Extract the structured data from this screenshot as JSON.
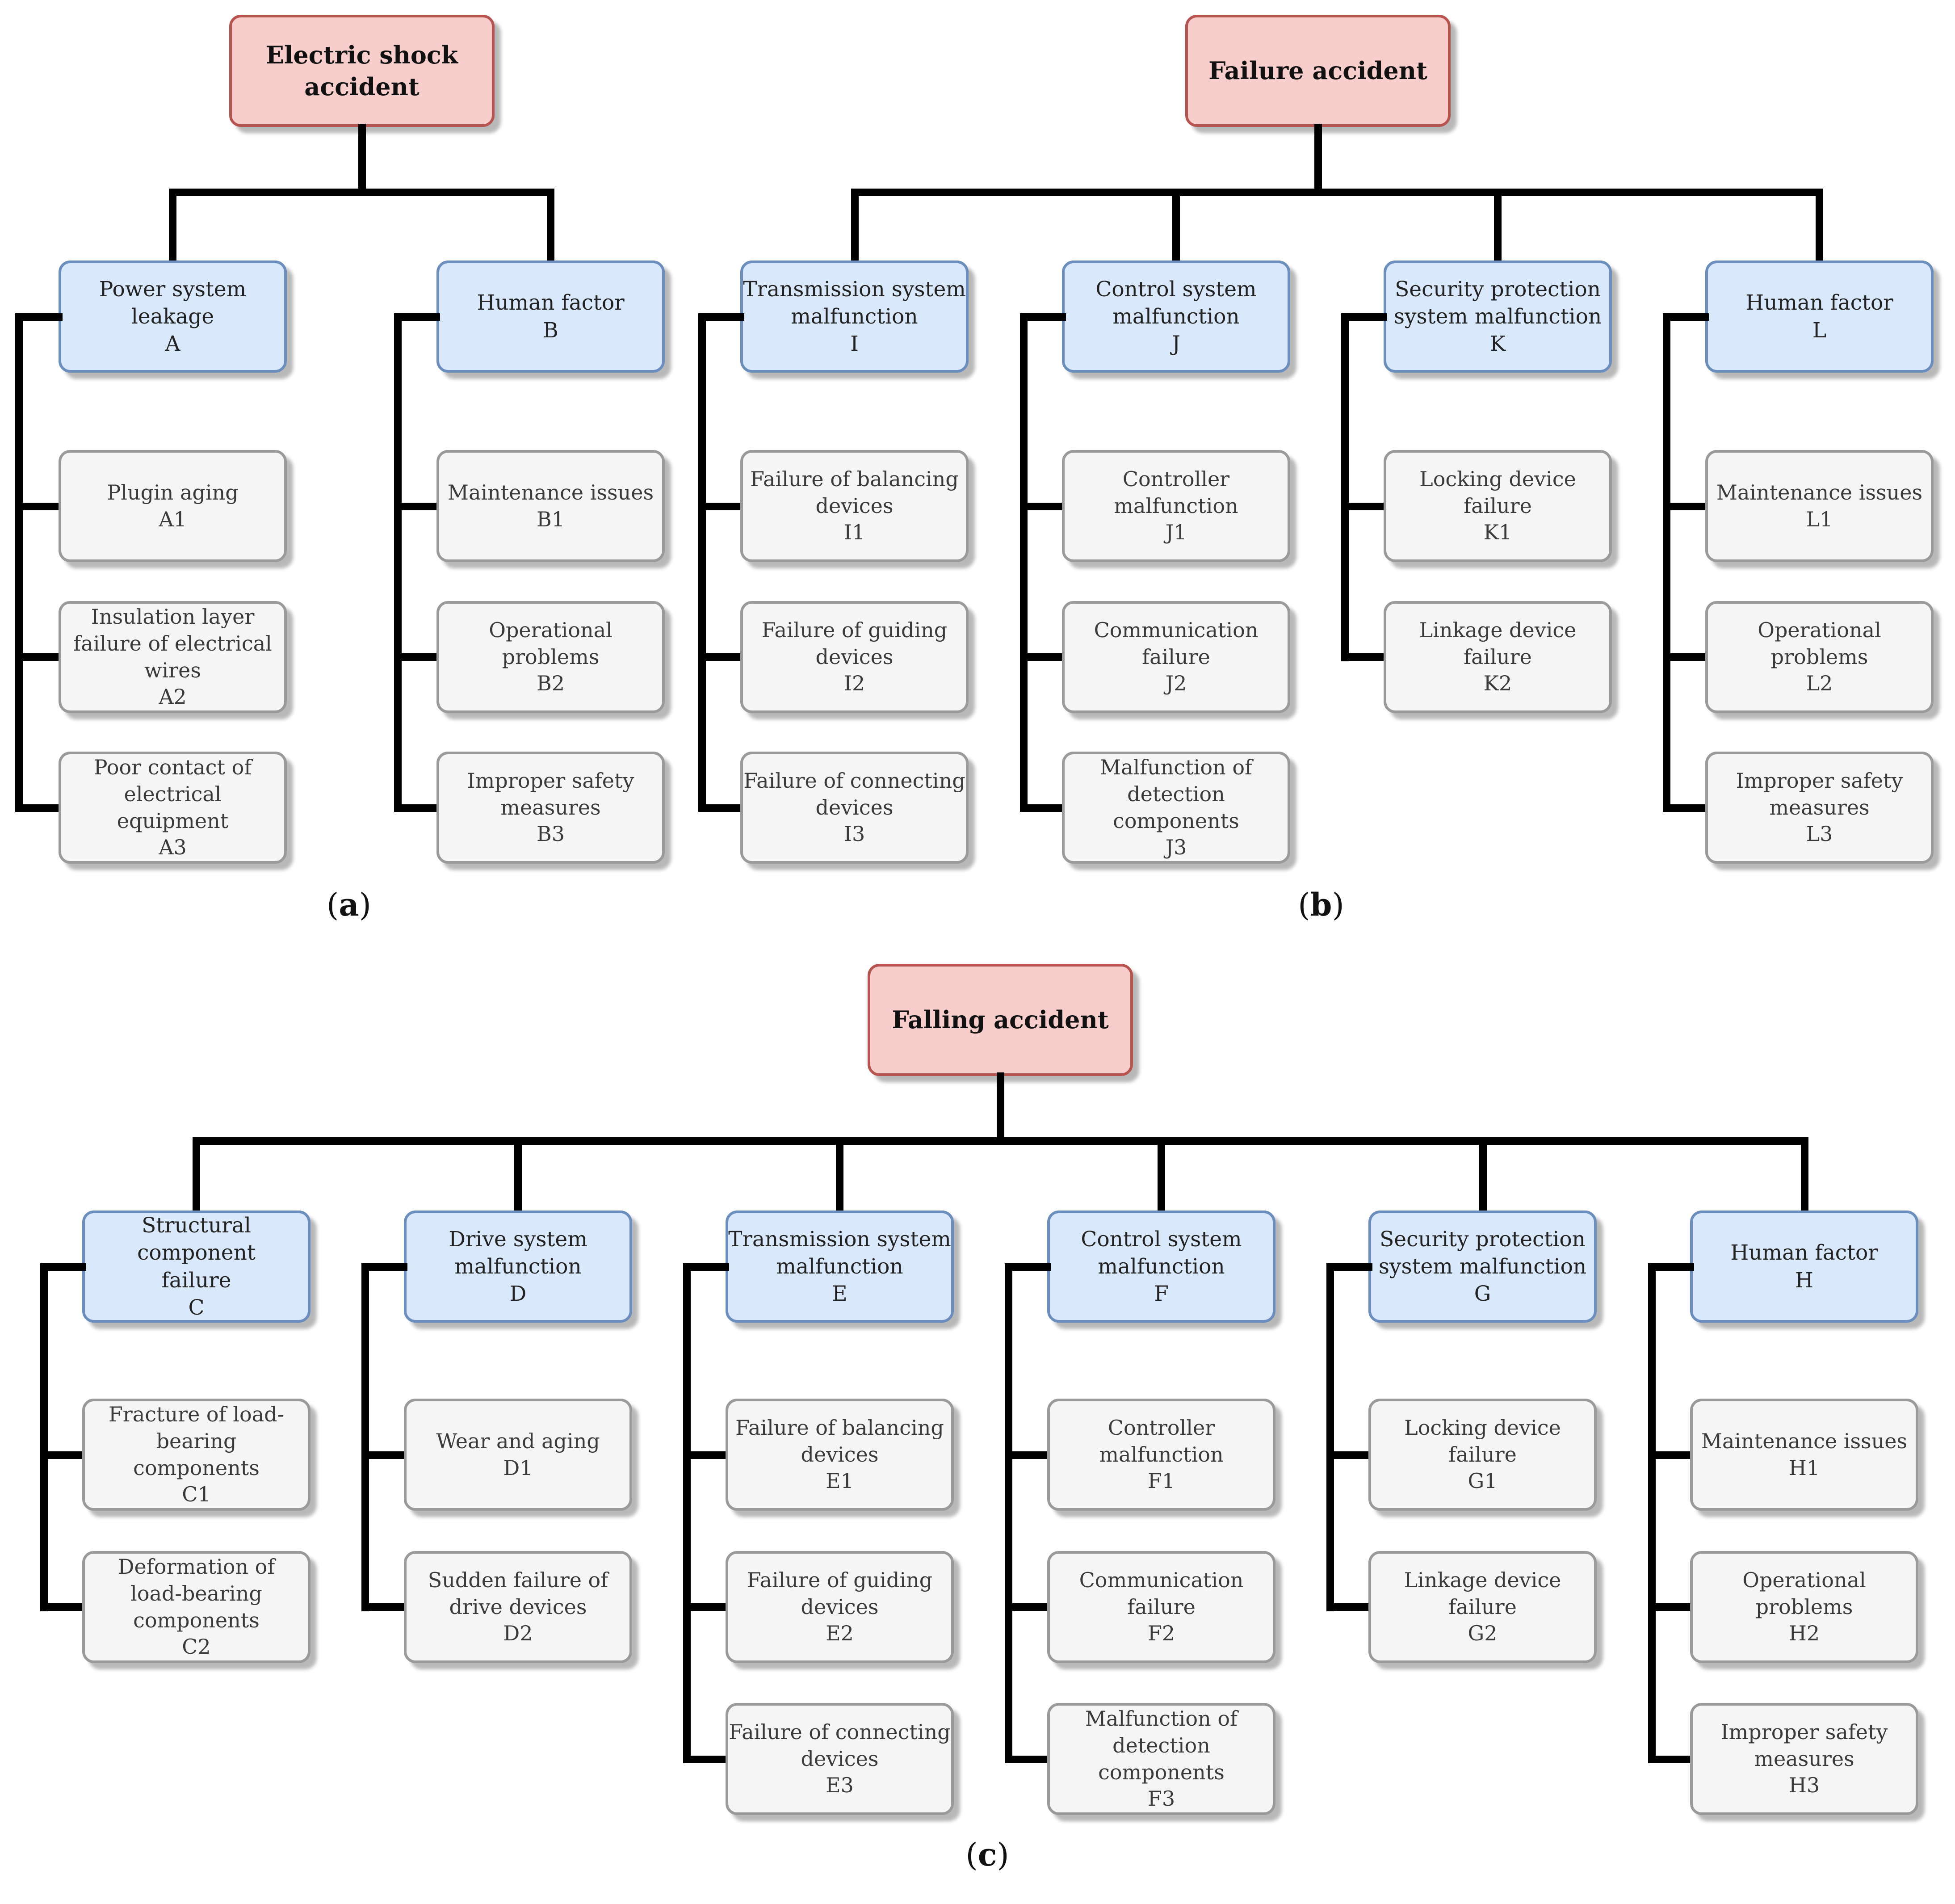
{
  "theme": {
    "root_fill": "#f8cecc",
    "category_fill": "#dae8fc",
    "leaf_fill": "#f5f5f5",
    "connector": "#000000"
  },
  "panels": [
    {
      "id": "a",
      "label": "a",
      "root": "Electric shock\naccident",
      "categories": [
        {
          "code": "A",
          "title": "Power system leakage",
          "items": [
            {
              "code": "A1",
              "title": "Plugin aging"
            },
            {
              "code": "A2",
              "title": "Insulation layer\nfailure of electrical\nwires"
            },
            {
              "code": "A3",
              "title": "Poor contact of\nelectrical\nequipment"
            }
          ]
        },
        {
          "code": "B",
          "title": "Human factor",
          "items": [
            {
              "code": "B1",
              "title": "Maintenance issues"
            },
            {
              "code": "B2",
              "title": "Operational problems"
            },
            {
              "code": "B3",
              "title": "Improper safety\nmeasures"
            }
          ]
        }
      ]
    },
    {
      "id": "b",
      "label": "b",
      "root": "Failure accident",
      "categories": [
        {
          "code": "I",
          "title": "Transmission system\nmalfunction",
          "items": [
            {
              "code": "I1",
              "title": "Failure of balancing\ndevices"
            },
            {
              "code": "I2",
              "title": "Failure of guiding\ndevices"
            },
            {
              "code": "I3",
              "title": "Failure of connecting\ndevices"
            }
          ]
        },
        {
          "code": "J",
          "title": "Control system\nmalfunction",
          "items": [
            {
              "code": "J1",
              "title": "Controller\nmalfunction"
            },
            {
              "code": "J2",
              "title": "Communication failure"
            },
            {
              "code": "J3",
              "title": "Malfunction of\ndetection components"
            }
          ]
        },
        {
          "code": "K",
          "title": "Security protection\nsystem malfunction",
          "items": [
            {
              "code": "K1",
              "title": "Locking device\nfailure"
            },
            {
              "code": "K2",
              "title": "Linkage device\nfailure"
            }
          ]
        },
        {
          "code": "L",
          "title": "Human factor",
          "items": [
            {
              "code": "L1",
              "title": "Maintenance issues"
            },
            {
              "code": "L2",
              "title": "Operational problems"
            },
            {
              "code": "L3",
              "title": "Improper safety\nmeasures"
            }
          ]
        }
      ]
    },
    {
      "id": "c",
      "label": "c",
      "root": "Falling accident",
      "categories": [
        {
          "code": "C",
          "title": "Structural component\nfailure",
          "items": [
            {
              "code": "C1",
              "title": "Fracture of load-bearing\ncomponents"
            },
            {
              "code": "C2",
              "title": "Deformation of\nload-bearing\ncomponents"
            }
          ]
        },
        {
          "code": "D",
          "title": "Drive system\nmalfunction",
          "items": [
            {
              "code": "D1",
              "title": "Wear and aging"
            },
            {
              "code": "D2",
              "title": "Sudden failure of\ndrive devices"
            }
          ]
        },
        {
          "code": "E",
          "title": "Transmission system\nmalfunction",
          "items": [
            {
              "code": "E1",
              "title": "Failure of balancing\ndevices"
            },
            {
              "code": "E2",
              "title": "Failure of guiding\ndevices"
            },
            {
              "code": "E3",
              "title": "Failure of connecting\ndevices"
            }
          ]
        },
        {
          "code": "F",
          "title": "Control system\nmalfunction",
          "items": [
            {
              "code": "F1",
              "title": "Controller\nmalfunction"
            },
            {
              "code": "F2",
              "title": "Communication failure"
            },
            {
              "code": "F3",
              "title": "Malfunction of\ndetection components"
            }
          ]
        },
        {
          "code": "G",
          "title": "Security protection\nsystem malfunction",
          "items": [
            {
              "code": "G1",
              "title": "Locking device\nfailure"
            },
            {
              "code": "G2",
              "title": "Linkage device\nfailure"
            }
          ]
        },
        {
          "code": "H",
          "title": "Human factor",
          "items": [
            {
              "code": "H1",
              "title": "Maintenance issues"
            },
            {
              "code": "H2",
              "title": "Operational problems"
            },
            {
              "code": "H3",
              "title": "Improper safety\nmeasures"
            }
          ]
        }
      ]
    }
  ]
}
